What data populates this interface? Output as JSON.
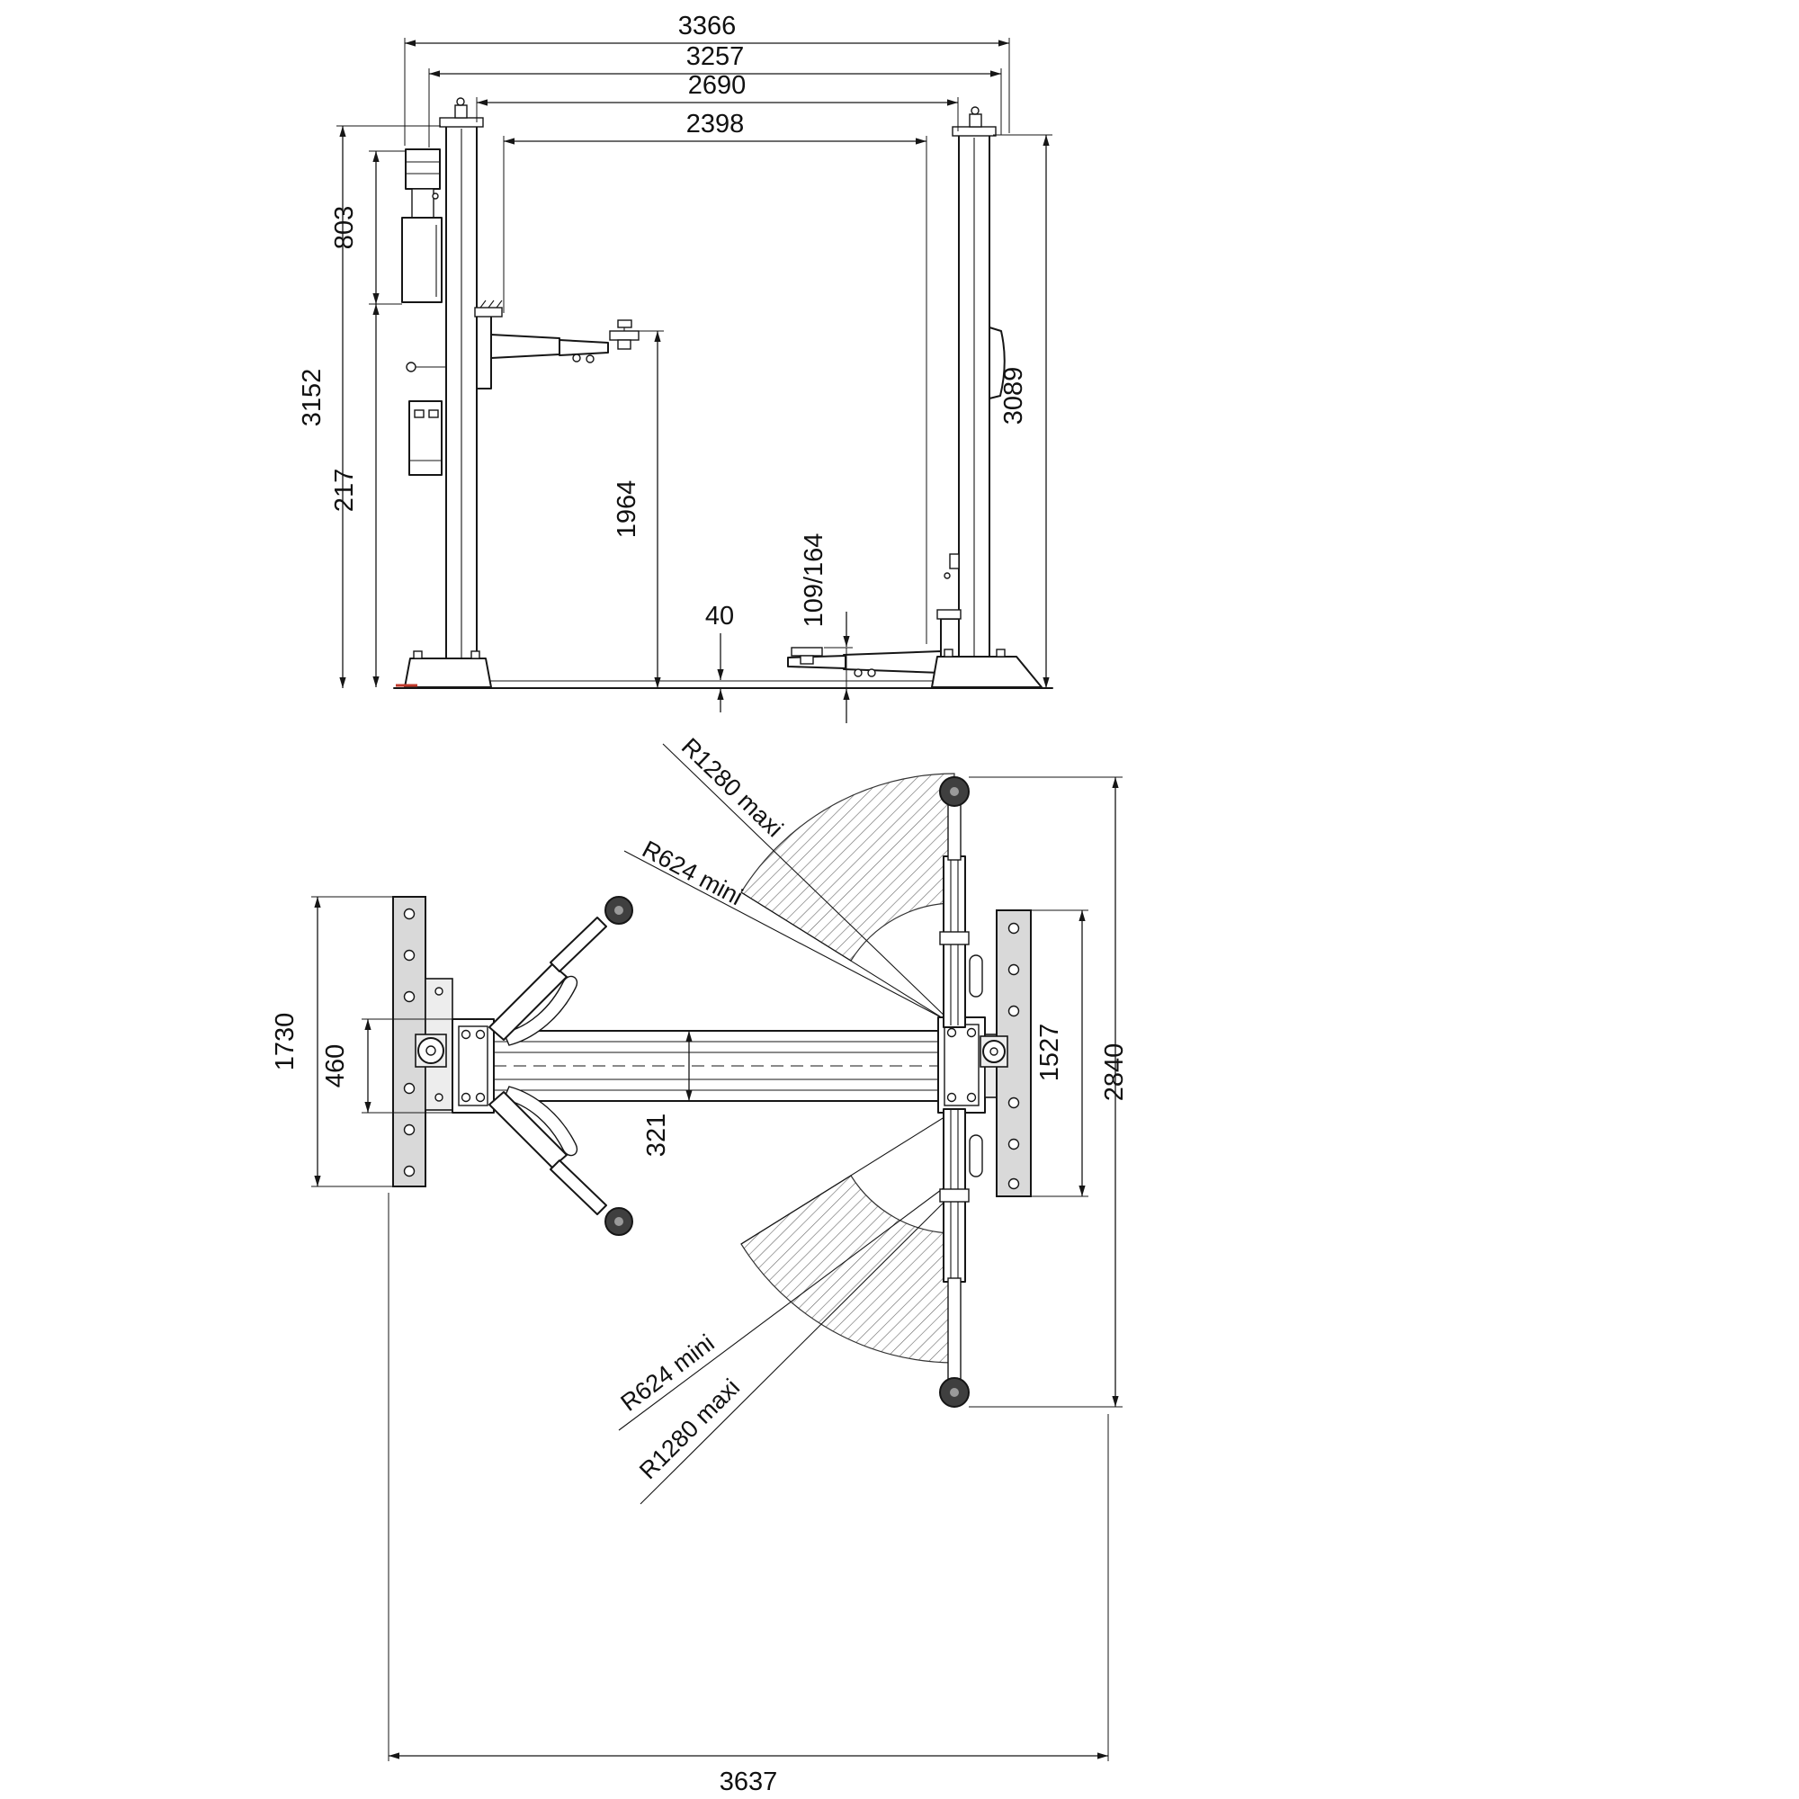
{
  "colors": {
    "line": "#161616",
    "plate_fill": "#d9d9d9",
    "pad_fill": "#3f3f3f",
    "hatch": "#666666",
    "accent_red": "#c0392b"
  },
  "front_view": {
    "dimensions": {
      "d3366": "3366",
      "d3257": "3257",
      "d2690": "2690",
      "d2398": "2398",
      "d803": "803",
      "d3152": "3152",
      "d217": "217",
      "d3089": "3089",
      "d1964": "1964",
      "d40": "40",
      "d109_164": "109/164"
    }
  },
  "plan_view": {
    "dimensions": {
      "d1730": "1730",
      "d460": "460",
      "d2840": "2840",
      "d1527": "1527",
      "d321": "321",
      "d3637": "3637"
    },
    "arc_labels": {
      "top_maxi": "R1280 maxi",
      "top_mini": "R624 mini",
      "bottom_mini": "R624 mini",
      "bottom_maxi": "R1280 maxi"
    }
  }
}
